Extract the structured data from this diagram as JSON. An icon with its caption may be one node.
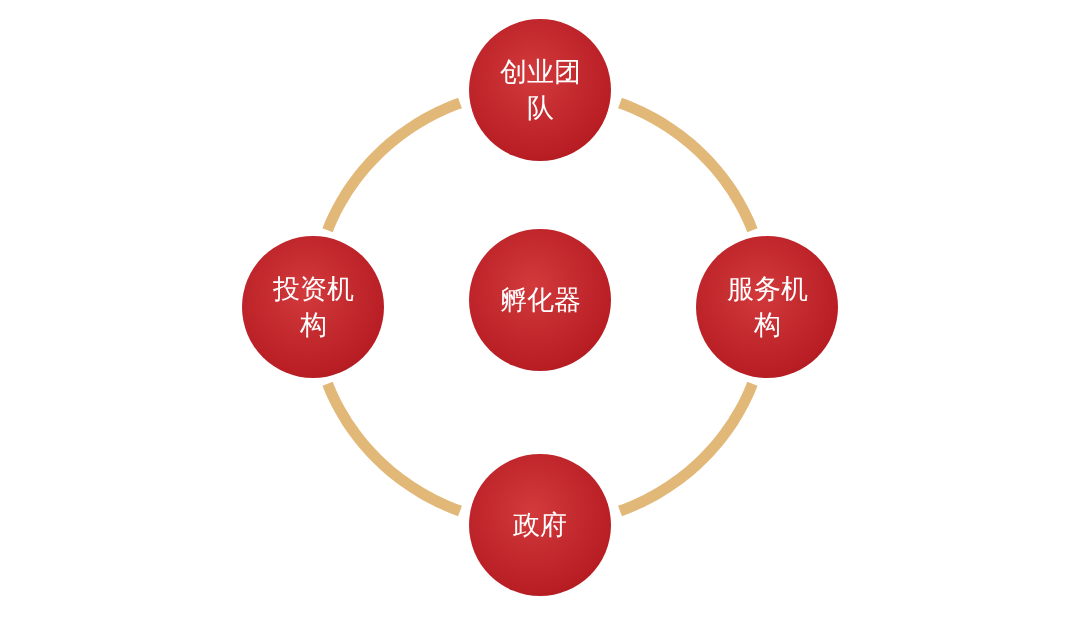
{
  "diagram": {
    "nodes": [
      {
        "text": [
          "创业团队"
        ]
      },
      {
        "text": [
          "投资机构"
        ]
      },
      {
        "text": [
          "孵化器"
        ]
      },
      {
        "text": [
          "服务机构"
        ]
      },
      {
        "text": [
          "政府"
        ]
      }
    ],
    "edges": [
      {
        "from": 0,
        "to": 1,
        "arrow": "none"
      },
      {
        "from": 0,
        "to": 3,
        "arrow": "none"
      },
      {
        "from": 1,
        "to": 4,
        "arrow": "none"
      },
      {
        "from": 3,
        "to": 4,
        "arrow": "none"
      }
    ]
  }
}
